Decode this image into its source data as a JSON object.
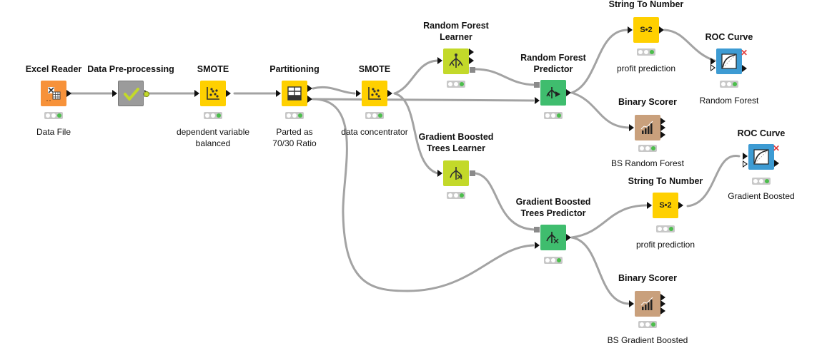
{
  "colors": {
    "wire": "#a3a3a3",
    "reader": "#f7923a",
    "manipulator": "#ffd000",
    "metanode": "#9b9b9b",
    "learner": "#c3d92a",
    "predictor": "#3fbd6e",
    "scorer": "#c9a07c",
    "view": "#3d9bd3",
    "status_ok": "#4cbe4c"
  },
  "nodes": [
    {
      "id": "excel-reader",
      "title": "Excel Reader",
      "caption": "Data File",
      "type": "reader",
      "icon": "excel-icon"
    },
    {
      "id": "data-preprocessing",
      "title": "Data Pre-processing",
      "caption": "",
      "type": "metanode",
      "icon": "checkmark-icon"
    },
    {
      "id": "smote-1",
      "title": "SMOTE",
      "caption": "dependent variable\nbalanced",
      "type": "manipulator",
      "icon": "scatter-icon"
    },
    {
      "id": "partitioning",
      "title": "Partitioning",
      "caption": "Parted as\n70/30 Ratio",
      "type": "manipulator",
      "icon": "partition-icon"
    },
    {
      "id": "smote-2",
      "title": "SMOTE",
      "caption": "data concentrator",
      "type": "manipulator",
      "icon": "scatter-icon"
    },
    {
      "id": "rf-learner",
      "title": "Random Forest\nLearner",
      "caption": "",
      "type": "learner",
      "icon": "tree-icon"
    },
    {
      "id": "rf-predictor",
      "title": "Random Forest\nPredictor",
      "caption": "",
      "type": "predictor",
      "icon": "tree-predict-icon"
    },
    {
      "id": "string-to-number-1",
      "title": "String To Number",
      "caption": "profit prediction",
      "type": "manipulator",
      "icon": "s2-icon",
      "icon_text": "S•2"
    },
    {
      "id": "roc-curve-1",
      "title": "ROC Curve",
      "caption": "Random Forest",
      "type": "view",
      "icon": "roc-icon"
    },
    {
      "id": "binary-scorer-1",
      "title": "Binary Scorer",
      "caption": "BS Random Forest",
      "type": "scorer",
      "icon": "bars-icon"
    },
    {
      "id": "gbt-learner",
      "title": "Gradient Boosted\nTrees Learner",
      "caption": "",
      "type": "learner",
      "icon": "boost-icon"
    },
    {
      "id": "gbt-predictor",
      "title": "Gradient Boosted\nTrees Predictor",
      "caption": "",
      "type": "predictor",
      "icon": "boost-predict-icon"
    },
    {
      "id": "string-to-number-2",
      "title": "String To Number",
      "caption": "profit prediction",
      "type": "manipulator",
      "icon": "s2-icon",
      "icon_text": "S•2"
    },
    {
      "id": "roc-curve-2",
      "title": "ROC Curve",
      "caption": "Gradient Boosted",
      "type": "view",
      "icon": "roc-icon"
    },
    {
      "id": "binary-scorer-2",
      "title": "Binary Scorer",
      "caption": "BS Gradient Boosted",
      "type": "scorer",
      "icon": "bars-icon"
    }
  ],
  "connections": [
    {
      "from": "excel-reader",
      "to": "data-preprocessing"
    },
    {
      "from": "data-preprocessing",
      "to": "smote-1"
    },
    {
      "from": "smote-1",
      "to": "partitioning"
    },
    {
      "from": "partitioning",
      "to": "smote-2"
    },
    {
      "from": "partitioning",
      "to": "rf-predictor"
    },
    {
      "from": "partitioning",
      "to": "gbt-predictor"
    },
    {
      "from": "smote-2",
      "to": "rf-learner"
    },
    {
      "from": "smote-2",
      "to": "gbt-learner"
    },
    {
      "from": "rf-learner",
      "to": "rf-predictor"
    },
    {
      "from": "rf-predictor",
      "to": "string-to-number-1"
    },
    {
      "from": "rf-predictor",
      "to": "binary-scorer-1"
    },
    {
      "from": "string-to-number-1",
      "to": "roc-curve-1"
    },
    {
      "from": "gbt-learner",
      "to": "gbt-predictor"
    },
    {
      "from": "gbt-predictor",
      "to": "string-to-number-2"
    },
    {
      "from": "gbt-predictor",
      "to": "binary-scorer-2"
    },
    {
      "from": "string-to-number-2",
      "to": "roc-curve-2"
    }
  ]
}
